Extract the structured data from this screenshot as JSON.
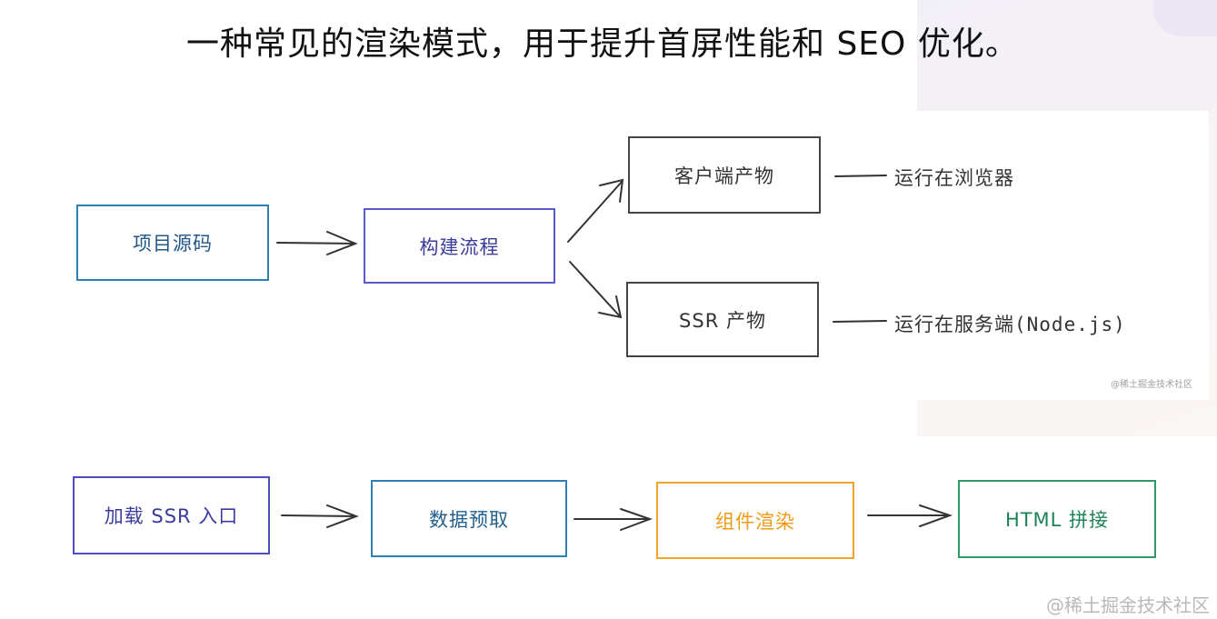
{
  "title": "一种常见的渲染模式，用于提升首屏性能和 SEO 优化。",
  "diagram1": {
    "source": "项目源码",
    "build": "构建流程",
    "client_output": "客户端产物",
    "ssr_output": "SSR 产物",
    "client_note": "运行在浏览器",
    "ssr_note": "运行在服务端(Node.js)"
  },
  "diagram2": {
    "load_entry": "加载 SSR 入口",
    "data_prefetch": "数据预取",
    "component_render": "组件渲染",
    "html_concat": "HTML 拼接"
  },
  "watermark_small": "@稀土掘金技术社区",
  "watermark_big": "@稀土掘金技术社区",
  "colors": {
    "source": "#2f7fb4",
    "build": "#5a5ad0",
    "load": "#4d4dbf",
    "fetch": "#2c7fb8",
    "render": "#f0a52a",
    "html": "#2e9a6c"
  }
}
